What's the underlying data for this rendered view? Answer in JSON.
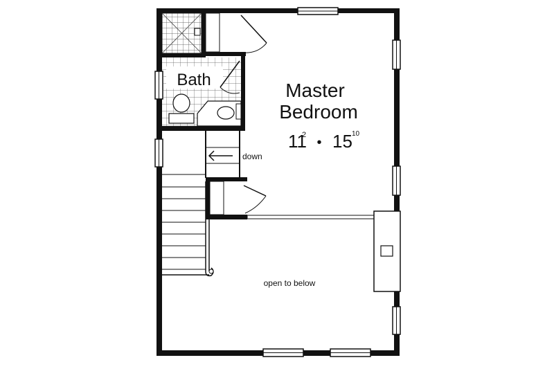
{
  "rooms": {
    "bath": {
      "label": "Bath"
    },
    "master": {
      "line1": "Master",
      "line2": "Bedroom",
      "dim_w": "11",
      "dim_w_sup": "2",
      "sep": "•",
      "dim_l": "15",
      "dim_l_sup": "10"
    },
    "stairs": {
      "label": "down"
    },
    "open_area": {
      "label": "open to below"
    }
  },
  "colors": {
    "wall": "#111111",
    "background": "#ffffff"
  }
}
